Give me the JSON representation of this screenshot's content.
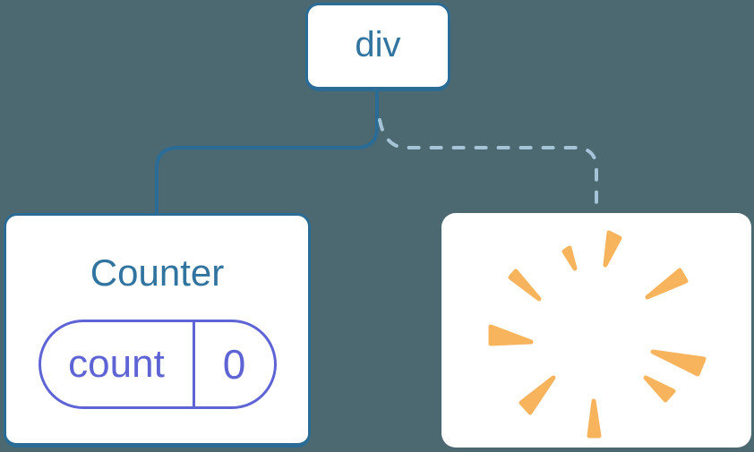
{
  "tree": {
    "root": {
      "label": "div"
    },
    "children": [
      {
        "type": "component",
        "title": "Counter",
        "edge": "solid",
        "state": {
          "name": "count",
          "value": "0"
        }
      },
      {
        "type": "removed-component",
        "edge": "dashed",
        "icon": "poof"
      }
    ]
  },
  "colors": {
    "background": "#4C6871",
    "card_fill": "#FFFFFF",
    "node_border": "#2B6C96",
    "node_text": "#30749F",
    "edge_solid": "#2B6C96",
    "edge_dashed": "#A6C4D8",
    "state_purple": "#5F64D5",
    "poof_orange": "#F8B45C"
  }
}
